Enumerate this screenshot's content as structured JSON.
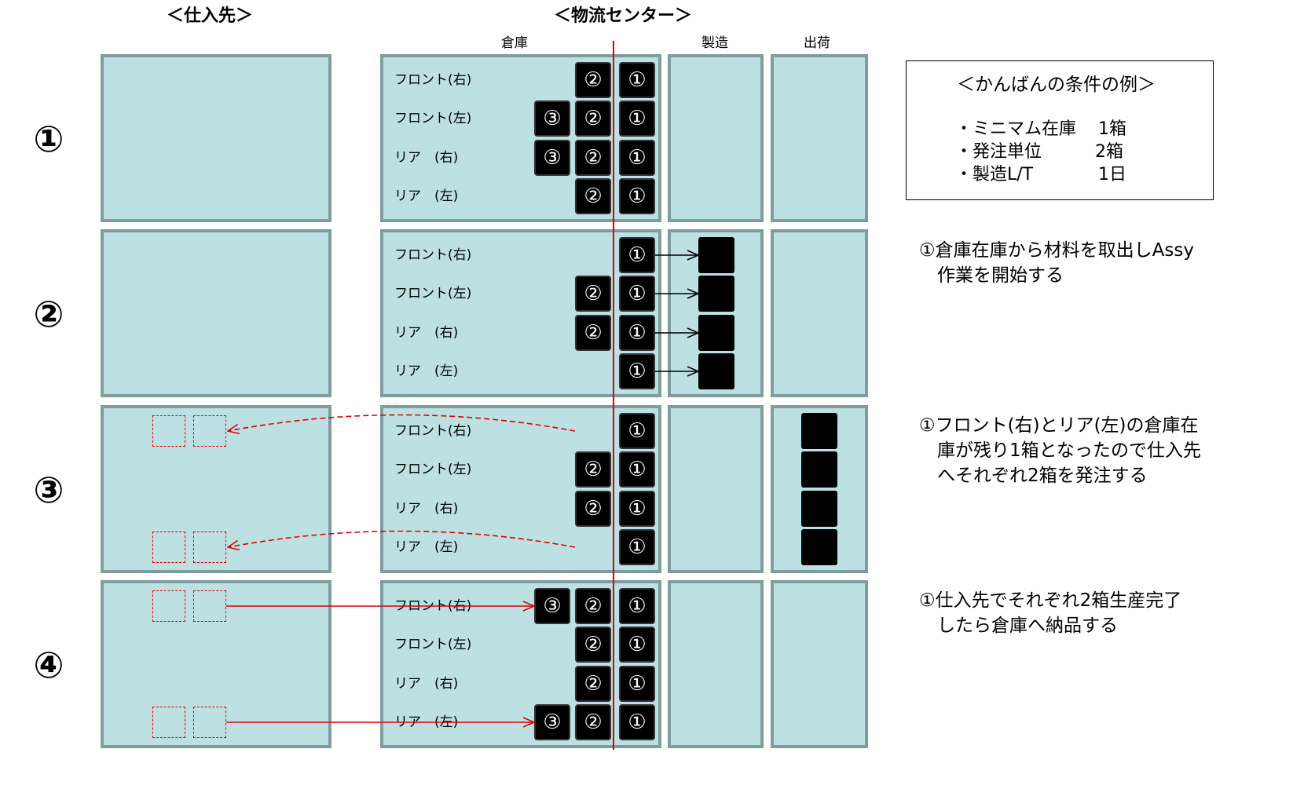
{
  "headers": {
    "supplier": "＜仕入先＞",
    "logistics": "＜物流センター＞",
    "warehouse": "倉庫",
    "manufacturing": "製造",
    "shipping": "出荷"
  },
  "steps": [
    "①",
    "②",
    "③",
    "④"
  ],
  "row_labels": [
    "フロント(右)",
    "フロント(左)",
    "リア　(右)",
    "リア　(左)"
  ],
  "box_glyphs": {
    "one": "①",
    "two": "②",
    "three": "③"
  },
  "conditions": {
    "title": "＜かんばんの条件の例＞",
    "lines": [
      {
        "label": "・ミニマム在庫",
        "value": "1箱"
      },
      {
        "label": "・発注単位",
        "value": "2箱"
      },
      {
        "label": "・製造L/T",
        "value": "1日"
      }
    ]
  },
  "descriptions": [
    "①倉庫在庫から材料を取出しAssy\n　作業を開始する",
    "①フロント(右)とリア(左)の倉庫在\n　庫が残り1箱となったので仕入先\n　へそれぞれ2箱を発注する",
    "①仕入先でそれぞれ2箱生産完了\n　したら倉庫へ納品する"
  ],
  "stock": [
    [
      [
        1,
        2
      ],
      [
        1,
        2,
        3
      ],
      [
        1,
        2,
        3
      ],
      [
        1,
        2
      ]
    ],
    [
      [
        1
      ],
      [
        1,
        2
      ],
      [
        1,
        2
      ],
      [
        1
      ]
    ],
    [
      [
        1
      ],
      [
        1,
        2
      ],
      [
        1,
        2
      ],
      [
        1
      ]
    ],
    [
      [
        1,
        2,
        3
      ],
      [
        1,
        2
      ],
      [
        1,
        2
      ],
      [
        1,
        2,
        3
      ]
    ]
  ],
  "manufacturing_blocks": [
    0,
    4,
    0,
    0
  ],
  "shipping_blocks": [
    0,
    0,
    4,
    0
  ],
  "colors": {
    "panel_fill": "#bde0e3",
    "panel_border": "#7f9d9f",
    "divider": "#e00000",
    "order_arrow": "#e00000"
  }
}
